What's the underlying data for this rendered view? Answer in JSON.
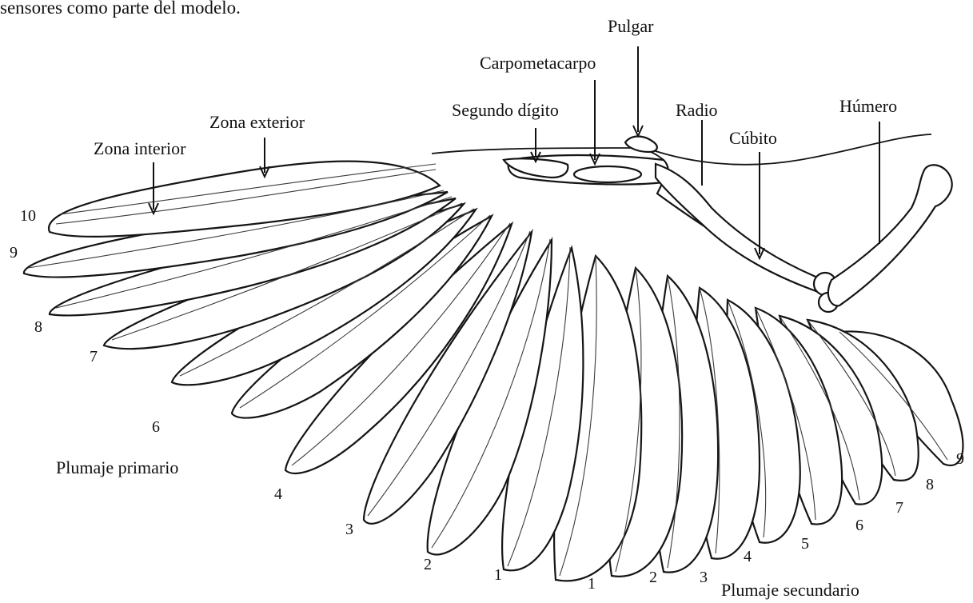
{
  "caption_fragment": "sensores como parte del modelo.",
  "labels": {
    "pulgar": "Pulgar",
    "carpometacarpo": "Carpometacarpo",
    "segundo_digito": "Segundo dígito",
    "radio": "Radio",
    "cubito": "Cúbito",
    "humero": "Húmero",
    "zona_exterior": "Zona exterior",
    "zona_interior": "Zona interior",
    "plumaje_primario": "Plumaje primario",
    "plumaje_secundario": "Plumaje secundario"
  },
  "primary_numbers": [
    "10",
    "9",
    "8",
    "7",
    "6",
    "4",
    "3",
    "2",
    "1"
  ],
  "secondary_numbers": [
    "1",
    "2",
    "3",
    "4",
    "5",
    "6",
    "7",
    "8",
    "9"
  ]
}
